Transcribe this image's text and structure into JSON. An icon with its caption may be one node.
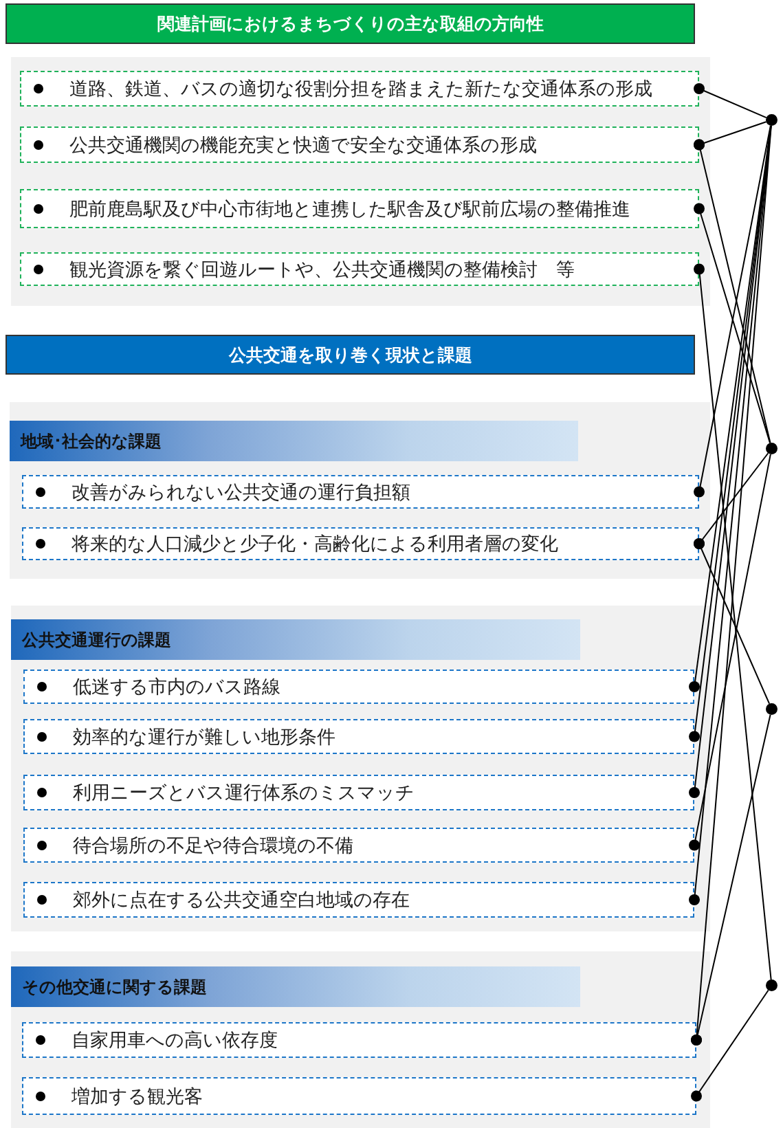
{
  "diagram": {
    "nodes": [
      {
        "text": [
          "関連計画におけるまちづくりの主な取組の方向性"
        ]
      },
      {
        "text": [],
        "shape": "box"
      },
      {
        "text": [
          "道路、鉄道、バスの適切な役割分担を踏まえた新たな交通体系の形成"
        ],
        "in": 1
      },
      {
        "text": [
          "公共交通機関の機能充実と快適で安全な交通体系の形成"
        ],
        "in": 1
      },
      {
        "text": [
          "肥前鹿島駅及び中心市街地と連携した駅舎及び駅前広場の整備推進"
        ],
        "in": 1
      },
      {
        "text": [
          "観光資源を繋ぐ回遊ルートや、公共交通機関の整備検討　等"
        ],
        "in": 1
      },
      {
        "text": [
          "公共交通を取り巻く現状と課題"
        ]
      },
      {
        "text": [],
        "shape": "box"
      },
      {
        "text": [
          "地域･社会的な課題"
        ],
        "in": 7
      },
      {
        "text": [
          "改善がみられない公共交通の運行負担額"
        ],
        "in": 7
      },
      {
        "text": [
          "将来的な人口減少と少子化・高齢化による利用者層の変化"
        ],
        "in": 7
      },
      {
        "text": [],
        "shape": "box"
      },
      {
        "text": [
          "公共交通運行の課題"
        ],
        "in": 11
      },
      {
        "text": [
          "低迷する市内のバス路線"
        ],
        "in": 11
      },
      {
        "text": [
          "効率的な運行が難しい地形条件"
        ],
        "in": 11
      },
      {
        "text": [
          "利用ニーズとバス運行体系のミスマッチ"
        ],
        "in": 11
      },
      {
        "text": [
          "待合場所の不足や待合環境の不備"
        ],
        "in": 11
      },
      {
        "text": [
          "郊外に点在する公共交通空白地域の存在"
        ],
        "in": 11
      },
      {
        "text": [],
        "shape": "box"
      },
      {
        "text": [
          "その他交通に関する課題"
        ],
        "in": 18
      },
      {
        "text": [
          "自家用車への高い依存度"
        ],
        "in": 18
      },
      {
        "text": [
          "増加する観光客"
        ],
        "in": 18
      },
      {
        "text": [],
        "shape": "circle"
      },
      {
        "text": [],
        "shape": "circle"
      },
      {
        "text": [],
        "shape": "circle"
      },
      {
        "text": [],
        "shape": "circle"
      }
    ],
    "edges": [
      {
        "from": 2,
        "to": 22,
        "arrow": "other"
      },
      {
        "from": 3,
        "to": 22,
        "arrow": "other"
      },
      {
        "from": 3,
        "to": 23,
        "arrow": "other"
      },
      {
        "from": 4,
        "to": 23,
        "arrow": "other"
      },
      {
        "from": 5,
        "to": 25,
        "arrow": "other"
      },
      {
        "from": 9,
        "to": 22,
        "arrow": "other"
      },
      {
        "from": 10,
        "to": 23,
        "arrow": "other"
      },
      {
        "from": 10,
        "to": 24,
        "arrow": "other"
      },
      {
        "from": 13,
        "to": 22,
        "arrow": "other"
      },
      {
        "from": 14,
        "to": 22,
        "arrow": "other"
      },
      {
        "from": 15,
        "to": 22,
        "arrow": "other"
      },
      {
        "from": 16,
        "to": 23,
        "arrow": "other"
      },
      {
        "from": 17,
        "to": 22,
        "arrow": "other"
      },
      {
        "from": 20,
        "to": 22,
        "arrow": "other"
      },
      {
        "from": 20,
        "to": 24,
        "arrow": "other"
      },
      {
        "from": 21,
        "to": 25,
        "arrow": "other"
      }
    ]
  }
}
